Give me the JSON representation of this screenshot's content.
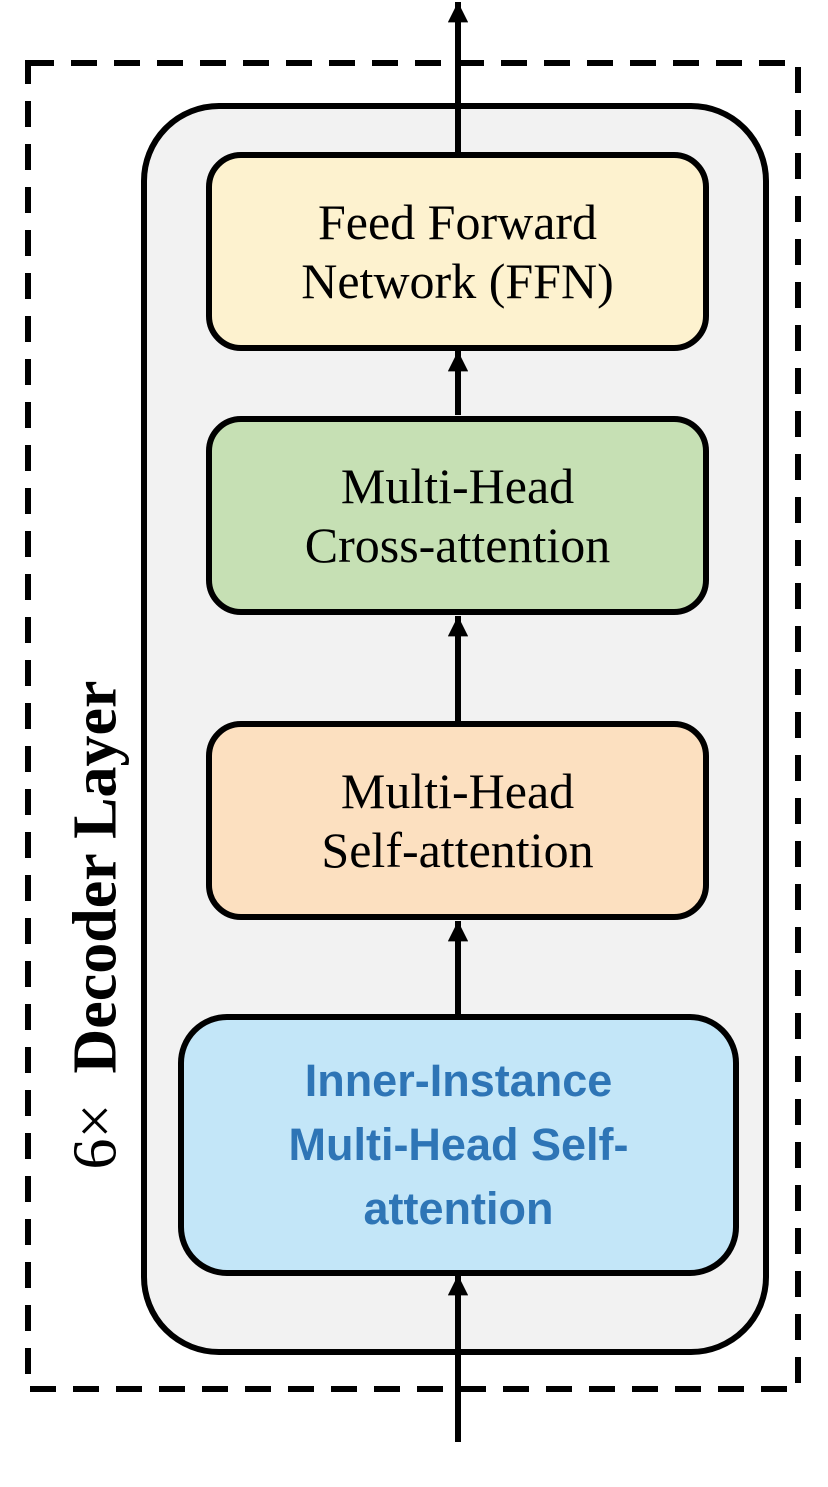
{
  "diagram": {
    "side_label": {
      "repeat": "6×",
      "name": "Decoder Layer"
    },
    "blocks": [
      {
        "id": "ffn",
        "lines": [
          "Feed Forward",
          "Network (FFN)"
        ],
        "fill": "#fdf2cf"
      },
      {
        "id": "cross",
        "lines": [
          "Multi-Head",
          "Cross-attention"
        ],
        "fill": "#c6e0b4"
      },
      {
        "id": "self",
        "lines": [
          "Multi-Head",
          "Self-attention"
        ],
        "fill": "#fce0c0"
      },
      {
        "id": "inner",
        "lines": [
          "Inner-Instance",
          "Multi-Head Self-",
          "attention"
        ],
        "fill": "#c3e6f8",
        "text_color": "#2e75b6"
      }
    ],
    "colors": {
      "outer_fill": "#f2f2f2",
      "stroke": "#000000"
    }
  }
}
